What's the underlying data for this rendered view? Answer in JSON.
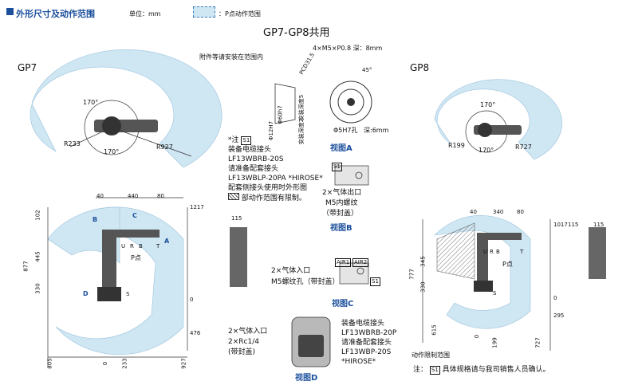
{
  "header": {
    "title": "外形尺寸及动作范围",
    "unit": "单位：mm",
    "legend": "：P点动作范围"
  },
  "common_title": "GP7-GP8共用",
  "gp7": {
    "label": "GP7",
    "r_inner": "R233",
    "r_outer": "R927",
    "angle_top": "170°",
    "angle_bottom": "170°",
    "dims_top": [
      "40",
      "440",
      "80"
    ],
    "dims_left": [
      "102",
      "877",
      "445",
      "330"
    ],
    "dims_right": [
      "1217",
      "0",
      "476"
    ],
    "dims_bottom": [
      "805",
      "0",
      "233",
      "927"
    ],
    "p_point": "P点",
    "axes": [
      "B",
      "C",
      "U",
      "R",
      "B",
      "T",
      "A",
      "D",
      "S"
    ]
  },
  "gp8": {
    "label": "GP8",
    "r_inner": "R199",
    "r_outer": "R727",
    "angle_top": "170°",
    "angle_bottom": "170°",
    "dims_top": [
      "40",
      "340",
      "80"
    ],
    "dims_left": [
      "777",
      "345",
      "330"
    ],
    "dims_right": [
      "1017",
      "0",
      "295"
    ],
    "dims_bottom": [
      "615",
      "0",
      "199",
      "727"
    ],
    "dims_side": [
      "115",
      "115"
    ],
    "p_point": "P点",
    "axes": [
      "U",
      "R",
      "B",
      "T",
      "S"
    ],
    "limit_label": "动作限制范围"
  },
  "view_a": {
    "label": "视图A",
    "thread": "4×M5×P0.8 深：8mm",
    "angle": "45°",
    "pcd": "PCD31.5",
    "install": "附件等请安装在范围内",
    "d12": "Φ12H7",
    "d60": "Φ60h7",
    "depth5": "安装深度5",
    "depth2": "安装深度2",
    "hole": "Φ5H7孔",
    "hole_depth": "深:6mm"
  },
  "view_b": {
    "label": "视图B",
    "s1": "S1",
    "gas": "2×气体出口",
    "thread": "M5内螺纹",
    "cap": "（带封盖）"
  },
  "view_c": {
    "label": "视图C",
    "air1": "AIR1",
    "air2": "AIR2",
    "s1": "S1",
    "gas": "2×气体入口",
    "thread": "M5螺纹孔（带封盖）"
  },
  "view_d": {
    "label": "视图D",
    "gas": "2×气体入口",
    "rc": "2×Rc1/4",
    "cap": "(带封盖)",
    "conn": "装备电缆接头",
    "conn2": "LF13WBRB-20P",
    "match": "请准备配套接头",
    "match2": "LF13WBP-20S",
    "hirose": "*HIROSE*"
  },
  "note_s1": {
    "prefix": "*注",
    "s1": "S1",
    "l1": "装备电缆接头",
    "l2": "LF13WBRB-20S",
    "l3": "请准备配套接头",
    "l4": "LF13WBLP-20PA *HIROSE*",
    "l5": "配套侧接头使用时外形图",
    "l6": "部动作范围有限制。"
  },
  "footer_note": {
    "prefix": "注：",
    "s1": "S1",
    "text": "具体规格请与我司销售人员确认。"
  },
  "side_dims": {
    "gp7_side": "115"
  }
}
